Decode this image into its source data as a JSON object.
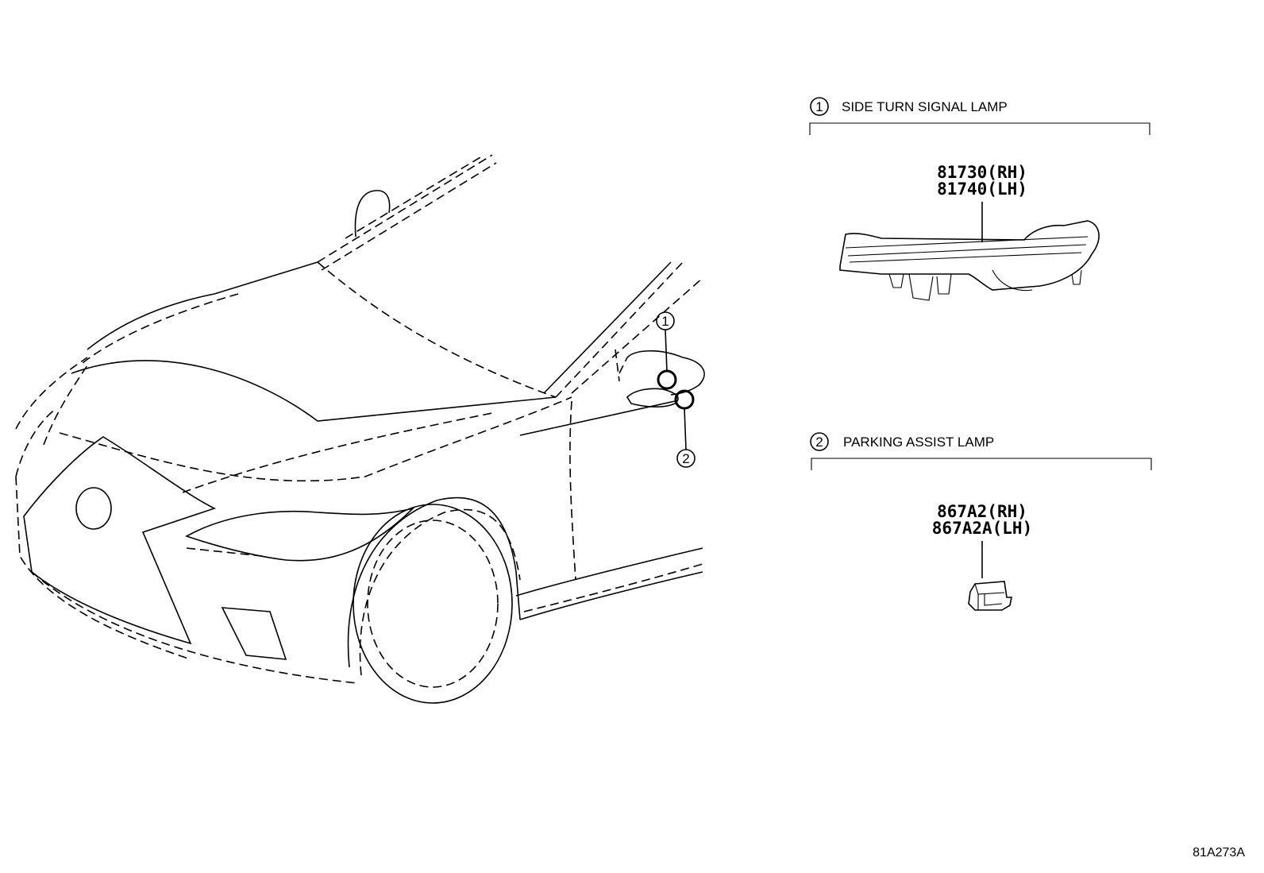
{
  "callouts": [
    {
      "number": "1",
      "label": "SIDE TURN SIGNAL LAMP",
      "part_numbers": [
        "81730(RH)",
        "81740(LH)"
      ]
    },
    {
      "number": "2",
      "label": "PARKING ASSIST LAMP",
      "part_numbers": [
        "867A2(RH)",
        "867A2A(LH)"
      ]
    }
  ],
  "diagram_ref": "81A273A"
}
